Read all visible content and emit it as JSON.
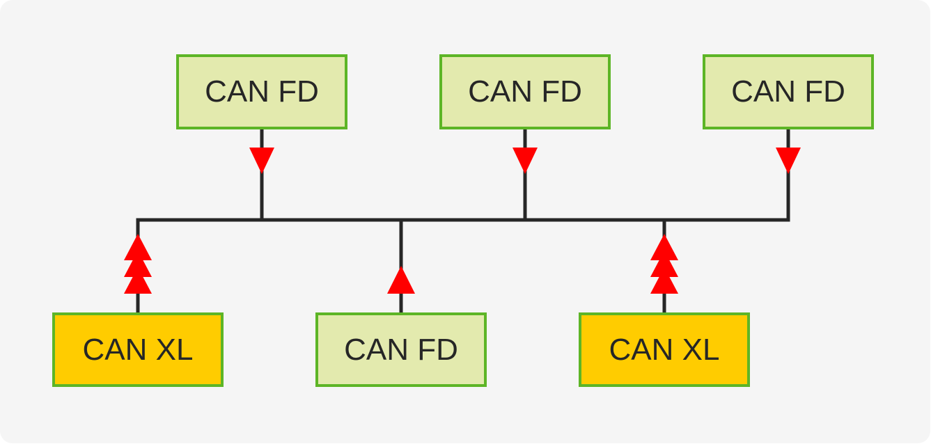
{
  "nodes": {
    "top_left": {
      "label": "CAN FD"
    },
    "top_center": {
      "label": "CAN FD"
    },
    "top_right": {
      "label": "CAN FD"
    },
    "bottom_left": {
      "label": "CAN XL"
    },
    "bottom_center": {
      "label": "CAN FD"
    },
    "bottom_right": {
      "label": "CAN XL"
    }
  },
  "colors": {
    "background": "#f5f5f5",
    "can_fd_fill": "#e3eaae",
    "can_xl_fill": "#ffcc00",
    "node_border": "#5db526",
    "bus_line": "#262626",
    "arrow": "#ff0000"
  }
}
